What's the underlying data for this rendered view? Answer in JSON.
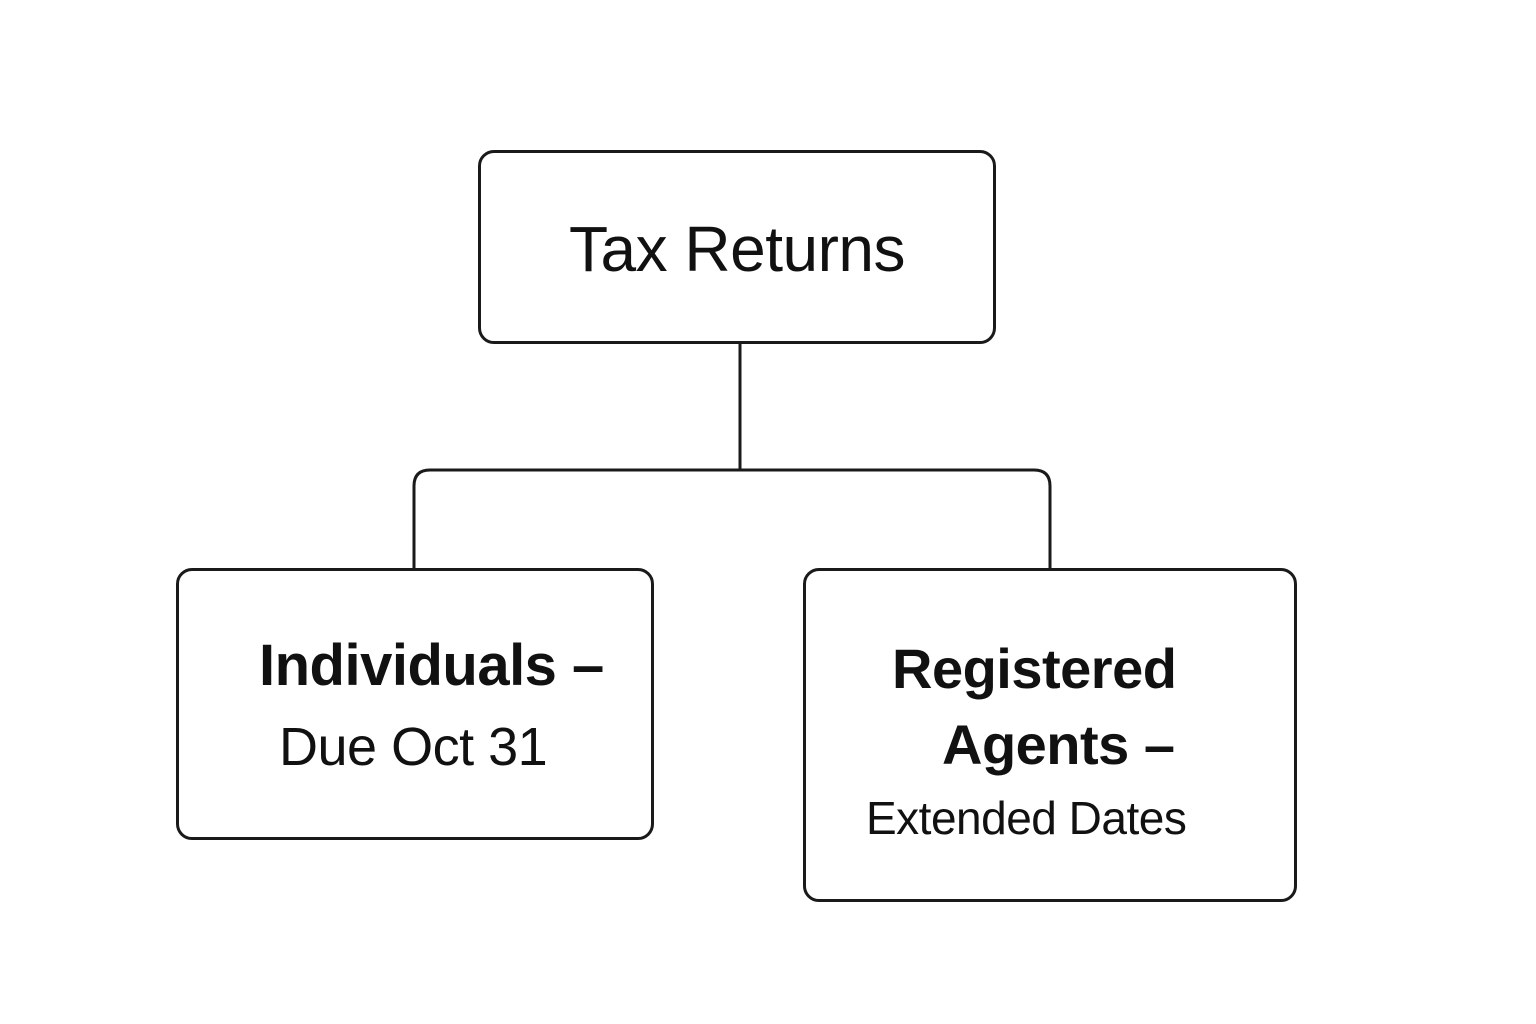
{
  "diagram": {
    "root": {
      "label": "Tax Returns"
    },
    "children": [
      {
        "line1": "Individuals –",
        "line2": "Due Oct 31"
      },
      {
        "line1": "Registered",
        "line2": "Agents –",
        "line3": "Extended Dates"
      }
    ],
    "colors": {
      "stroke": "#1a1a1a",
      "text": "#111111",
      "background": "#ffffff"
    }
  }
}
